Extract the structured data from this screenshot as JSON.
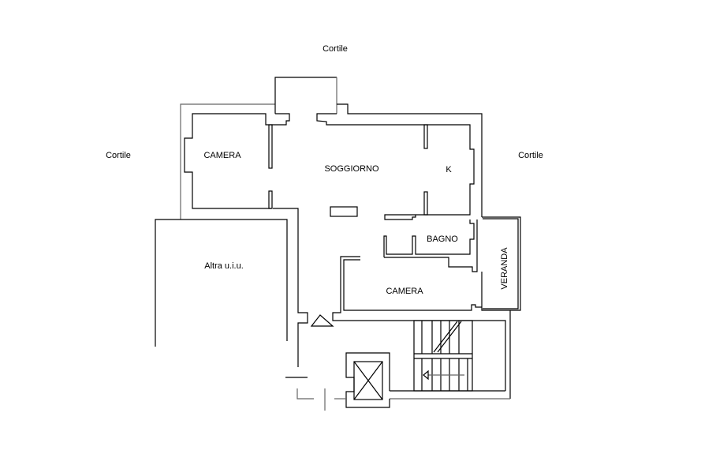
{
  "labels": {
    "cortile_top": "Cortile",
    "cortile_left": "Cortile",
    "cortile_right": "Cortile",
    "camera_left": "CAMERA",
    "soggiorno": "SOGGIORNO",
    "kitchen": "K",
    "bagno": "BAGNO",
    "altra": "Altra u.i.u.",
    "camera_bottom": "CAMERA",
    "veranda": "VERANDA"
  }
}
